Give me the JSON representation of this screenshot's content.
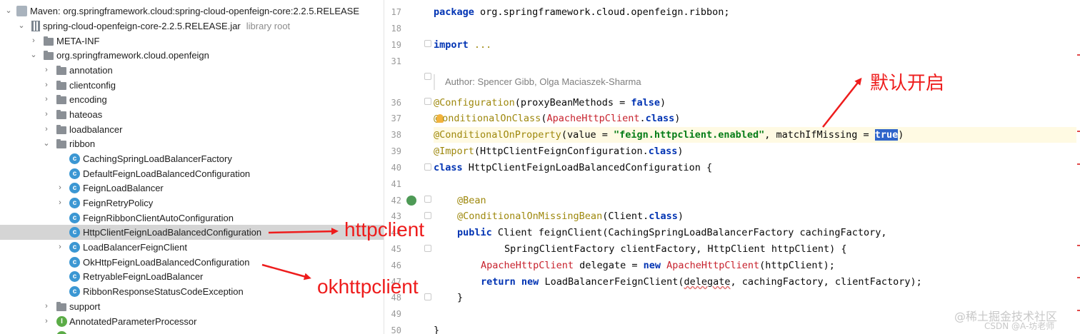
{
  "tree": {
    "rows": [
      {
        "label": "",
        "kind": "cut"
      },
      {
        "label": "Maven: org.springframework.cloud:spring-cloud-openfeign-core:2.2.5.RELEASE",
        "kind": "maven"
      },
      {
        "label": "spring-cloud-openfeign-core-2.2.5.RELEASE.jar",
        "sub": "library root",
        "kind": "jar"
      },
      {
        "label": "META-INF",
        "kind": "folder"
      },
      {
        "label": "org.springframework.cloud.openfeign",
        "kind": "folder"
      },
      {
        "label": "annotation",
        "kind": "folder"
      },
      {
        "label": "clientconfig",
        "kind": "folder"
      },
      {
        "label": "encoding",
        "kind": "folder"
      },
      {
        "label": "hateoas",
        "kind": "folder"
      },
      {
        "label": "loadbalancer",
        "kind": "folder"
      },
      {
        "label": "ribbon",
        "kind": "folder"
      },
      {
        "label": "CachingSpringLoadBalancerFactory",
        "kind": "class"
      },
      {
        "label": "DefaultFeignLoadBalancedConfiguration",
        "kind": "class"
      },
      {
        "label": "FeignLoadBalancer",
        "kind": "class"
      },
      {
        "label": "FeignRetryPolicy",
        "kind": "class"
      },
      {
        "label": "FeignRibbonClientAutoConfiguration",
        "kind": "class"
      },
      {
        "label": "HttpClientFeignLoadBalancedConfiguration",
        "kind": "class"
      },
      {
        "label": "LoadBalancerFeignClient",
        "kind": "class"
      },
      {
        "label": "OkHttpFeignLoadBalancedConfiguration",
        "kind": "class"
      },
      {
        "label": "RetryableFeignLoadBalancer",
        "kind": "class"
      },
      {
        "label": "RibbonResponseStatusCodeException",
        "kind": "class"
      },
      {
        "label": "support",
        "kind": "folder"
      },
      {
        "label": "AnnotatedParameterProcessor",
        "kind": "interface"
      },
      {
        "label": "",
        "kind": "class"
      }
    ],
    "icon_letters": {
      "class": "c",
      "interface": "I"
    }
  },
  "editor": {
    "line_numbers": [
      "17",
      "18",
      "19",
      "31",
      "",
      "36",
      "37",
      "38",
      "39",
      "40",
      "41",
      "42",
      "43",
      "44",
      "45",
      "46",
      "47",
      "48",
      "49",
      "50"
    ],
    "doc_comment": "Author: Spencer Gibb, Olga Maciaszek-Sharma",
    "tokens": {
      "package_kw": "package",
      "package_name": " org.springframework.cloud.openfeign.ribbon;",
      "import_kw": "import",
      "import_fold": "...",
      "configuration_ann": "@Configuration",
      "configuration_args": "(proxyBeanMethods = ",
      "false_kw": "false",
      "close_paren": ")",
      "cond_class_at": "@",
      "cond_class_rest": "onditionalOnClass",
      "apache_http_client": "ApacheHttpClient",
      "dot": ".",
      "class_kw": "class",
      "cond_prop_ann": "@ConditionalOnProperty",
      "cond_prop_args": "(value = ",
      "cond_prop_string": "\"feign.httpclient.enabled\"",
      "match_if_missing": ", matchIfMissing = ",
      "true_kw": "true",
      "import_ann": "@Import",
      "import_args": "(HttpClientFeignConfiguration.",
      "class_decl_name": " HttpClientFeignLoadBalancedConfiguration {",
      "bean_ann": "@Bean",
      "cond_missing_ann": "@ConditionalOnMissingBean",
      "cond_missing_args": "(Client.",
      "public_kw": "public",
      "method_sig": " Client feignClient(CachingSpringLoadBalancerFactory cachingFactory,",
      "params_cont": "SpringClientFactory clientFactory, HttpClient httpClient) {",
      "delegate_decl": " delegate = ",
      "new_kw": "new",
      "delegate_args": "(httpClient);",
      "return_kw": "return",
      "return_class": " LoadBalancerFeignClient(",
      "delegate_word": "delegate",
      "return_rest": ", cachingFactory, clientFactory);",
      "brace_close": "}"
    }
  },
  "annotations": {
    "default_on": "默认开启",
    "httpclient": "httpclient",
    "okhttpclient": "okhttpclient",
    "color": "#ee1c1c"
  },
  "watermark": {
    "line1": "@稀土掘金技术社区",
    "line2": "CSDN @A-坊老师"
  },
  "colors": {
    "keyword": "#0033b3",
    "annotation": "#9e880d",
    "string": "#067d17",
    "type_highlight": "#c7222d",
    "selection": "#2f65ca",
    "current_line": "#fffae3",
    "tree_selected": "#d5d5d5"
  }
}
